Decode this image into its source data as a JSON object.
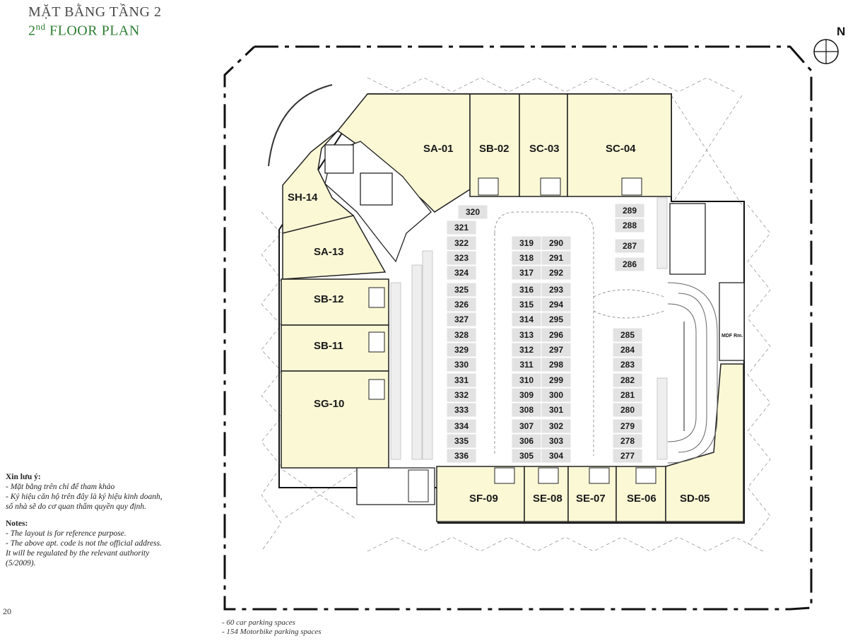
{
  "header": {
    "title_vn": "MẶT BẰNG TẦNG 2",
    "title_en_ordinal": "2",
    "title_en_sup": "nd",
    "title_en_rest": " FLOOR PLAN"
  },
  "compass": {
    "label": "N"
  },
  "units": [
    {
      "code": "SA-01"
    },
    {
      "code": "SB-02"
    },
    {
      "code": "SC-03"
    },
    {
      "code": "SC-04"
    },
    {
      "code": "SH-14"
    },
    {
      "code": "SA-13"
    },
    {
      "code": "SB-12"
    },
    {
      "code": "SB-11"
    },
    {
      "code": "SG-10"
    },
    {
      "code": "SF-09"
    },
    {
      "code": "SE-08"
    },
    {
      "code": "SE-07"
    },
    {
      "code": "SE-06"
    },
    {
      "code": "SD-05"
    }
  ],
  "room_labels": {
    "mdf": "MDF Rm."
  },
  "parking_slots": {
    "col_left": [
      "320",
      "321",
      "322",
      "323",
      "324",
      "325",
      "326",
      "327",
      "328",
      "329",
      "330",
      "331",
      "332",
      "333",
      "334",
      "335",
      "336"
    ],
    "col_mid_left": [
      "319",
      "318",
      "317",
      "316",
      "315",
      "314",
      "313",
      "312",
      "311",
      "310",
      "309",
      "308",
      "307",
      "306",
      "305"
    ],
    "col_mid_right": [
      "290",
      "291",
      "292",
      "293",
      "294",
      "295",
      "296",
      "297",
      "298",
      "299",
      "300",
      "301",
      "302",
      "303",
      "304"
    ],
    "col_right_top": [
      "289",
      "288",
      "287",
      "286"
    ],
    "col_right_bottom": [
      "285",
      "284",
      "283",
      "282",
      "281",
      "280",
      "279",
      "278",
      "277"
    ]
  },
  "notes": {
    "vn_heading": "Xin lưu ý:",
    "vn_line1": "- Mặt bằng trên chỉ để tham khảo",
    "vn_line2": "- Ký hiệu căn hộ trên đây là ký hiệu kinh doanh,",
    "vn_line3": "số nhà sẽ do cơ quan thẩm quyền quy định.",
    "en_heading": "Notes:",
    "en_line1": "- The layout is for reference purpose.",
    "en_line2": "- The above apt. code is not the official address.",
    "en_line3": "It will be regulated by the relevant authority",
    "en_line4": "(5/2009)."
  },
  "parking_summary": {
    "car": "- 60 car parking spaces",
    "moto": "- 154 Motorbike parking spaces"
  },
  "page_number": "20",
  "colors": {
    "unit_fill": "#fbf8d6",
    "green_title": "#2e7d32",
    "slot_fill": "#e2e2e2"
  }
}
